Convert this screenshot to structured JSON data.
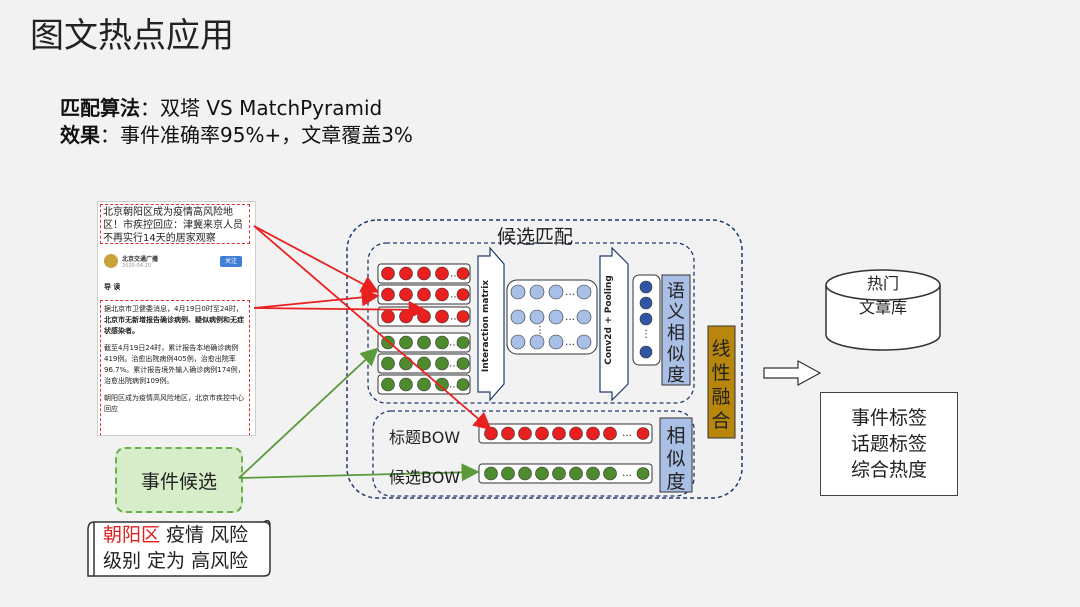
{
  "slide": {
    "title": "图文热点应用",
    "line1": {
      "label": "匹配算法",
      "sep": "：",
      "value": "双塔 VS MatchPyramid"
    },
    "line2": {
      "label": "效果",
      "sep": "：",
      "value": "事件准确率95%+，文章覆盖3%"
    }
  },
  "article": {
    "headline": "北京朝阳区成为疫情高风险地区！市疾控回应：津冀来京人员不再实行14天的居家观察",
    "account": "北京交通广播",
    "date": "2020-04-20",
    "follow": "关注",
    "guide": "导 读",
    "para1_plain": "据北京市卫健委消息，4月19日0时至24时，",
    "para1_bold": "北京市无新增报告确诊病例、疑似病例和无症状感染者。",
    "para2": "截至4月19日24时，累计报告本地确诊病例419例。治愈出院病例405例，治愈出院率96.7%。累计报告境外输入确诊病例174例，治愈出院病例109例。",
    "para3": "朝阳区成为疫情高风险地区，北京市疾控中心回应"
  },
  "event_box": {
    "label": "事件候选"
  },
  "scroll_note": {
    "red": "朝阳区",
    "line1_rest": " 疫情 风险",
    "line2": "级别 定为 高风险"
  },
  "match": {
    "title": "候选匹配",
    "interaction": "Interaction matrix",
    "conv": "Conv2d + Pooling",
    "semantic": [
      "语",
      "义",
      "相",
      "似",
      "度"
    ],
    "similar": [
      "相",
      "似",
      "度"
    ],
    "fusion": [
      "线",
      "性",
      "融",
      "合"
    ],
    "title_bow": "标题BOW",
    "cand_bow": "候选BOW",
    "dots": "..."
  },
  "db": {
    "line1": "热门",
    "line2": "文章库"
  },
  "output": {
    "items": [
      "事件标签",
      "话题标签",
      "综合热度"
    ]
  },
  "colors": {
    "red": "#e82020",
    "green": "#4e8a2e",
    "blue_dot": "#2f55a4",
    "light_blue": "#a8bfe8",
    "fusion": "#b8860b",
    "label_bg": "#a9bfe6"
  }
}
